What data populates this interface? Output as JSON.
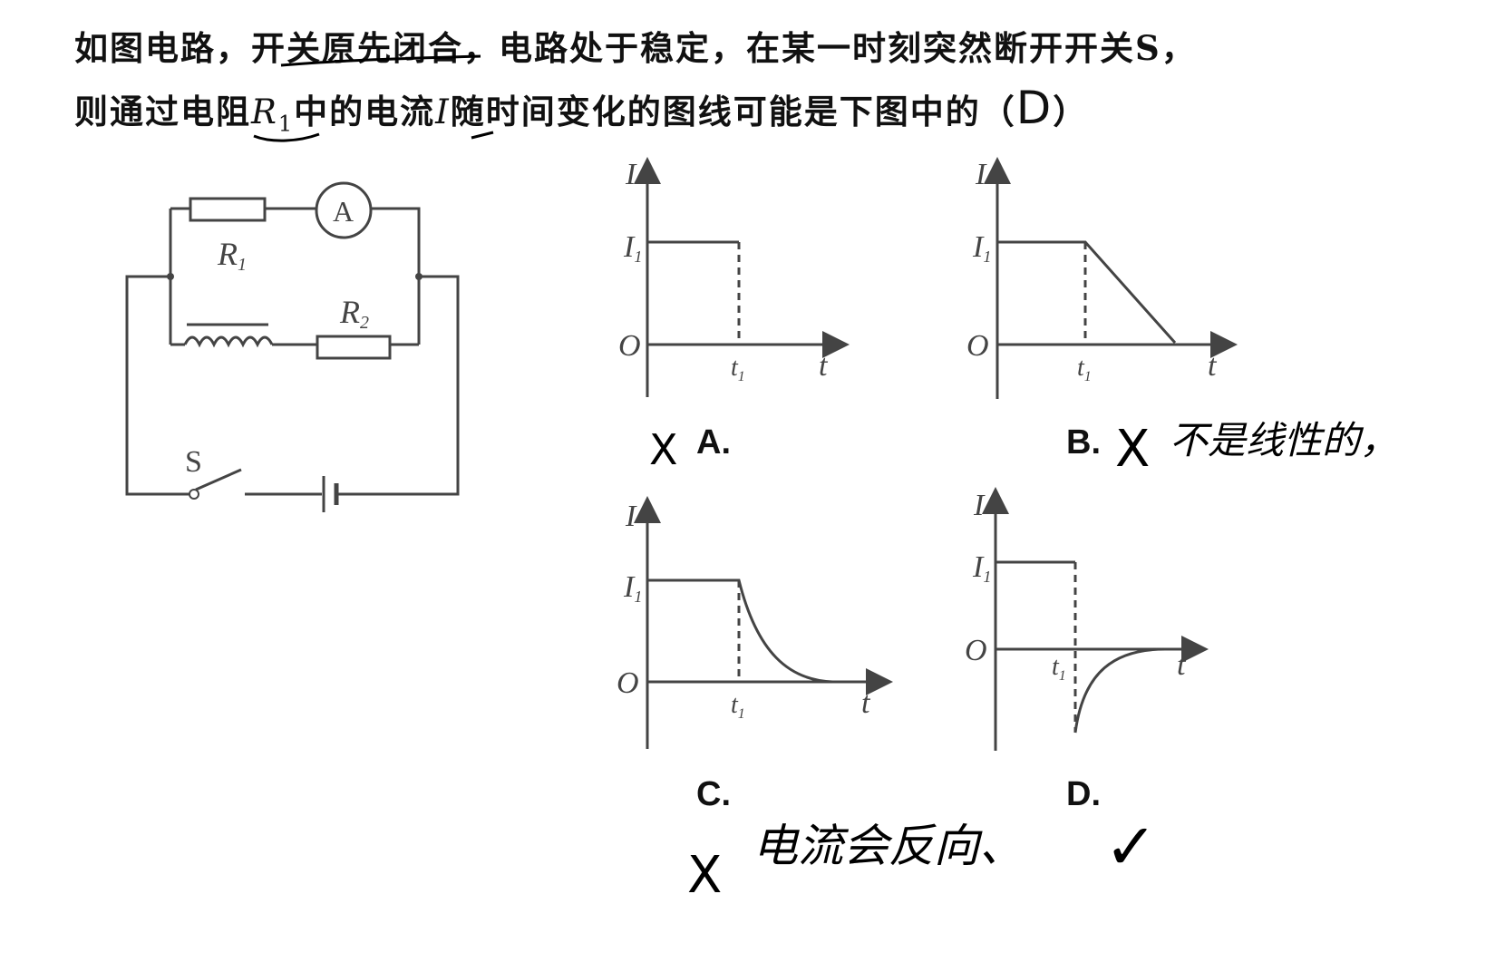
{
  "question": {
    "line1_part1": "如图电路，",
    "line1_underlined": "开关原先闭",
    "line1_part2": "合，电路处于稳定，在某一时刻突然断开开关S，",
    "line2_part1": "则通过电阻",
    "line2_r1": "R",
    "line2_r1_sub": "1",
    "line2_part2": "中的电流",
    "line2_i": "I",
    "line2_part3": "随时间变化的图线可能是下图中的（",
    "answer_handwritten": "D",
    "line2_close": "）"
  },
  "circuit": {
    "resistor1_label": "R",
    "resistor1_sub": "1",
    "resistor2_label": "R",
    "resistor2_sub": "2",
    "ammeter_label": "A",
    "switch_label": "S"
  },
  "graphs": {
    "y_axis_label": "I",
    "x_axis_label": "t",
    "origin_label": "O",
    "level_label": "I",
    "level_sub": "1",
    "time_label": "t",
    "time_sub": "1",
    "options": [
      {
        "letter": "A.",
        "mark": "X",
        "note": ""
      },
      {
        "letter": "B.",
        "mark": "X",
        "note": "不是线性的，"
      },
      {
        "letter": "C.",
        "mark": "X",
        "note": "电流会反向、"
      },
      {
        "letter": "D.",
        "mark": "✓",
        "note": ""
      }
    ]
  },
  "colors": {
    "ink": "#111111",
    "figure": "#444444",
    "pen": "#000000"
  }
}
